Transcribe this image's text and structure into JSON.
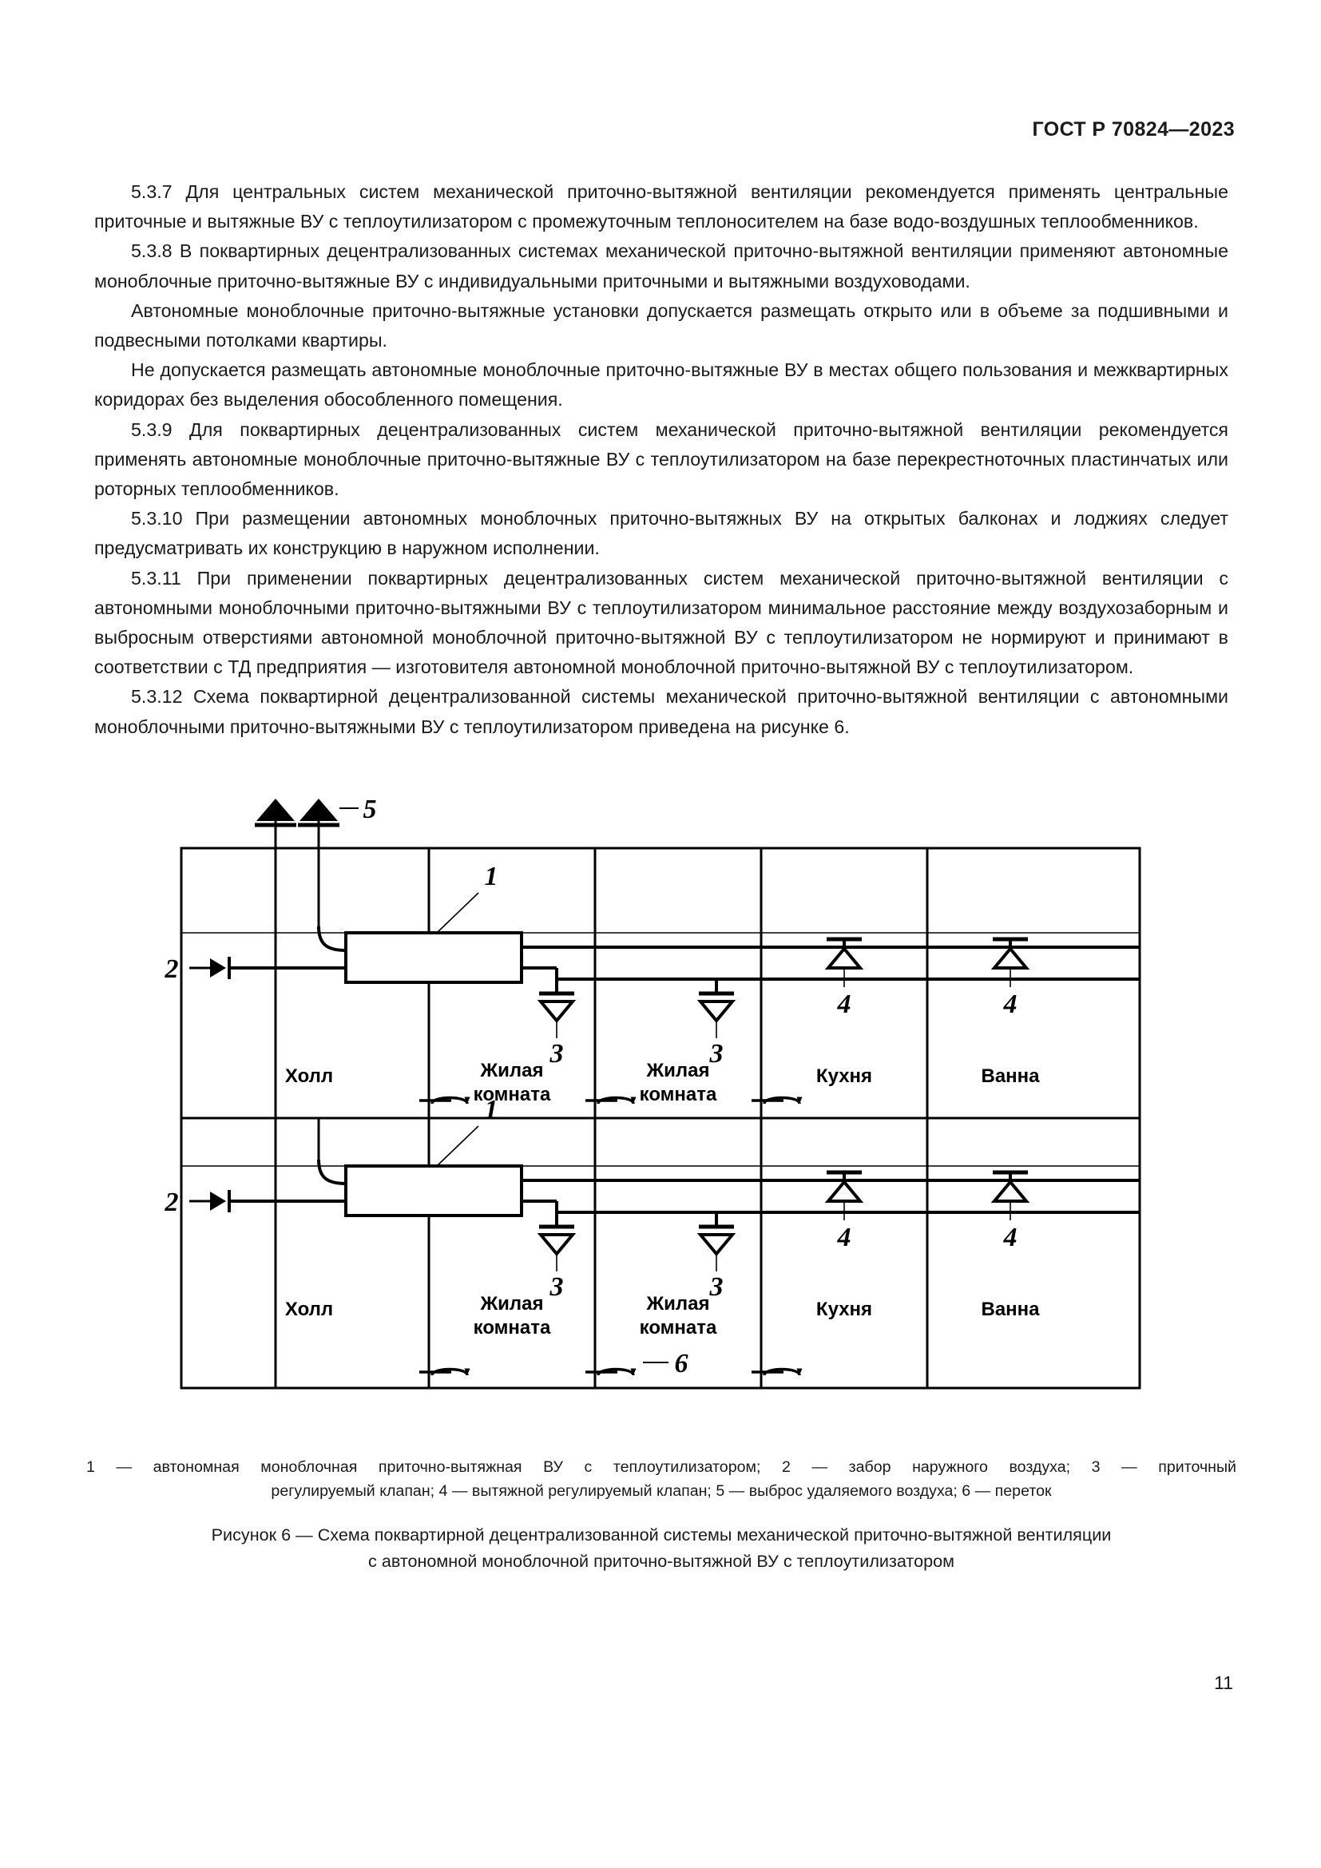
{
  "header": {
    "standard_title": "ГОСТ Р 70824—2023"
  },
  "body": {
    "paragraphs": [
      "5.3.7 Для центральных систем механической приточно-вытяжной вентиляции рекомендуется применять центральные приточные и вытяжные ВУ с теплоутилизатором с промежуточным теплоносителем на базе водо-воздушных теплообменников.",
      "5.3.8 В поквартирных децентрализованных системах механической приточно-вытяжной вентиляции применяют автономные моноблочные приточно-вытяжные ВУ с индивидуальными приточными и вытяжными воздуховодами.",
      "Автономные моноблочные приточно-вытяжные установки допускается размещать открыто или в объеме за подшивными и подвесными потолками квартиры.",
      "Не допускается размещать автономные моноблочные приточно-вытяжные ВУ в местах общего пользования и межквартирных коридорах без выделения обособленного помещения.",
      "5.3.9 Для поквартирных децентрализованных систем механической приточно-вытяжной вентиляции рекомендуется применять автономные моноблочные приточно-вытяжные ВУ с теплоутилизатором на базе перекрестноточных пластинчатых или роторных теплообменников.",
      "5.3.10 При размещении автономных моноблочных приточно-вытяжных ВУ на открытых балконах и лоджиях следует предусматривать их конструкцию в наружном исполнении.",
      "5.3.11 При применении поквартирных децентрализованных систем механической приточно-вытяжной вентиляции с автономными моноблочными приточно-вытяжными ВУ с теплоутилизатором минимальное расстояние между воздухозаборным и выбросным отверстиями автономной моноблочной приточно-вытяжной ВУ с теплоутилизатором не нормируют и принимают в соответствии с ТД предприятия — изготовителя автономной моноблочной приточно-вытяжной ВУ с теплоутилизатором.",
      "5.3.12 Схема поквартирной децентрализованной системы механической приточно-вытяжной вентиляции с автономными моноблочными приточно-вытяжными ВУ с теплоутилизатором приведена на рисунке 6."
    ]
  },
  "figure": {
    "callouts": {
      "unit_top": "1",
      "unit_bottom": "1",
      "intake_top": "2",
      "intake_bottom": "2",
      "supply_valve_1": "3",
      "supply_valve_2": "3",
      "supply_valve_3": "3",
      "supply_valve_4": "3",
      "exhaust_valve_1": "4",
      "exhaust_valve_2": "4",
      "exhaust_valve_3": "4",
      "exhaust_valve_4": "4",
      "exhaust_discharge": "5",
      "overflow": "6"
    },
    "rooms_top": [
      "Холл",
      "Жилая комната",
      "Жилая комната",
      "Кухня",
      "Ванна"
    ],
    "rooms_bottom": [
      "Холл",
      "Жилая комната",
      "Жилая комната",
      "Кухня",
      "Ванна"
    ],
    "legend_line1": "1 — автономная моноблочная приточно-вытяжная ВУ с теплоутилизатором; 2 — забор наружного воздуха; 3 — приточный",
    "legend_line2": "регулируемый клапан; 4 — вытяжной регулируемый клапан; 5 — выброс удаляемого воздуха; 6 — переток",
    "caption_line1": "Рисунок 6 — Схема поквартирной децентрализованной системы механической приточно-вытяжной вентиляции",
    "caption_line2": "с  автономной моноблочной приточно-вытяжной ВУ с теплоутилизатором"
  },
  "footer": {
    "page_number": "11"
  },
  "colors": {
    "ink": "#1a1a1a",
    "line": "#000000",
    "paper": "#ffffff"
  }
}
